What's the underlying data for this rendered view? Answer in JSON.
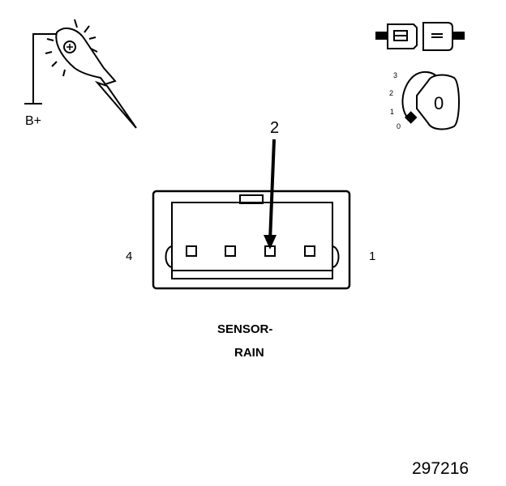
{
  "test_light": {
    "supply_label": "B+"
  },
  "ignition": {
    "positions": [
      "3",
      "2",
      "1",
      "0"
    ],
    "key_label": "0"
  },
  "connector": {
    "callout": "2",
    "left_pin": "4",
    "right_pin": "1",
    "name_line1": "SENSOR-",
    "name_line2": "RAIN"
  },
  "figure_number": "297216"
}
